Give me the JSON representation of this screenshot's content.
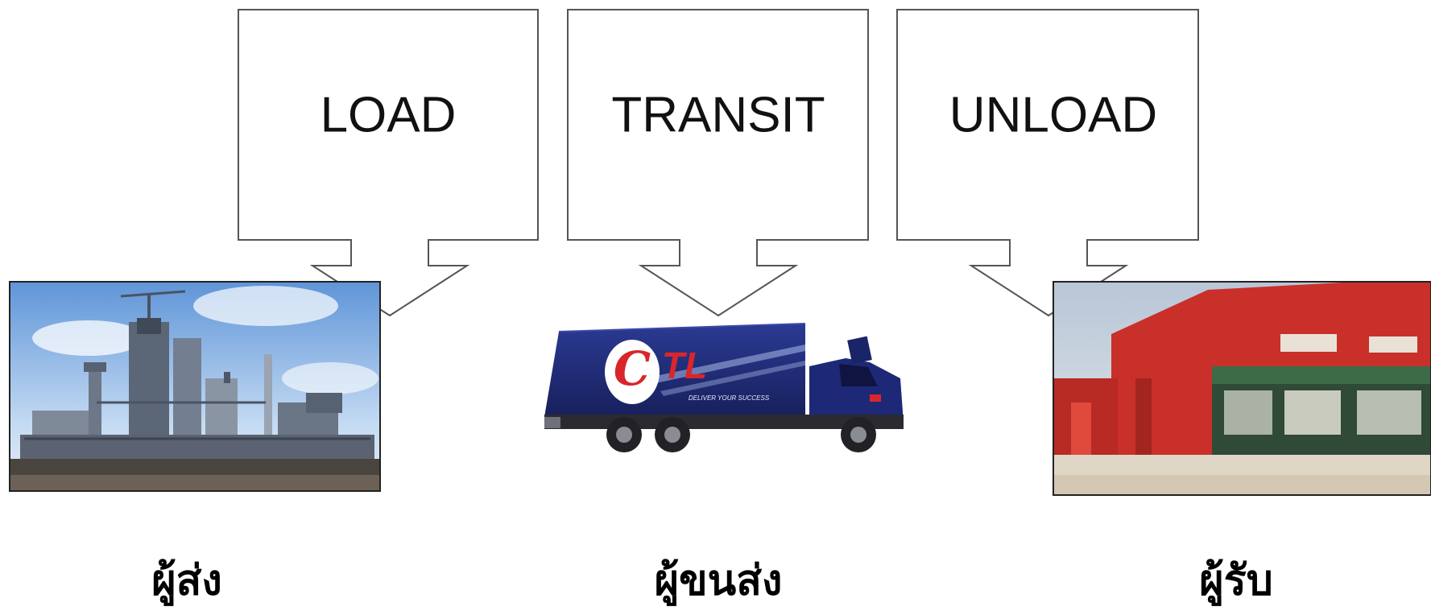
{
  "steps": [
    {
      "id": "load",
      "label": "LOAD"
    },
    {
      "id": "transit",
      "label": "TRANSIT"
    },
    {
      "id": "unload",
      "label": "UNLOAD"
    }
  ],
  "parties": [
    {
      "id": "sender",
      "label": "ผู้ส่ง",
      "image": "factory-image"
    },
    {
      "id": "carrier",
      "label": "ผู้ขนส่ง",
      "image": "truck-image"
    },
    {
      "id": "receiver",
      "label": "ผู้รับ",
      "image": "store-building-image"
    }
  ],
  "truck": {
    "logo": "CTL",
    "slogan": "DELIVER YOUR SUCCESS"
  },
  "colors": {
    "truck_body": "#1f2a78",
    "truck_logo_red": "#d8262c",
    "building_red": "#c9302a",
    "sky_blue": "#8fb8e6"
  }
}
